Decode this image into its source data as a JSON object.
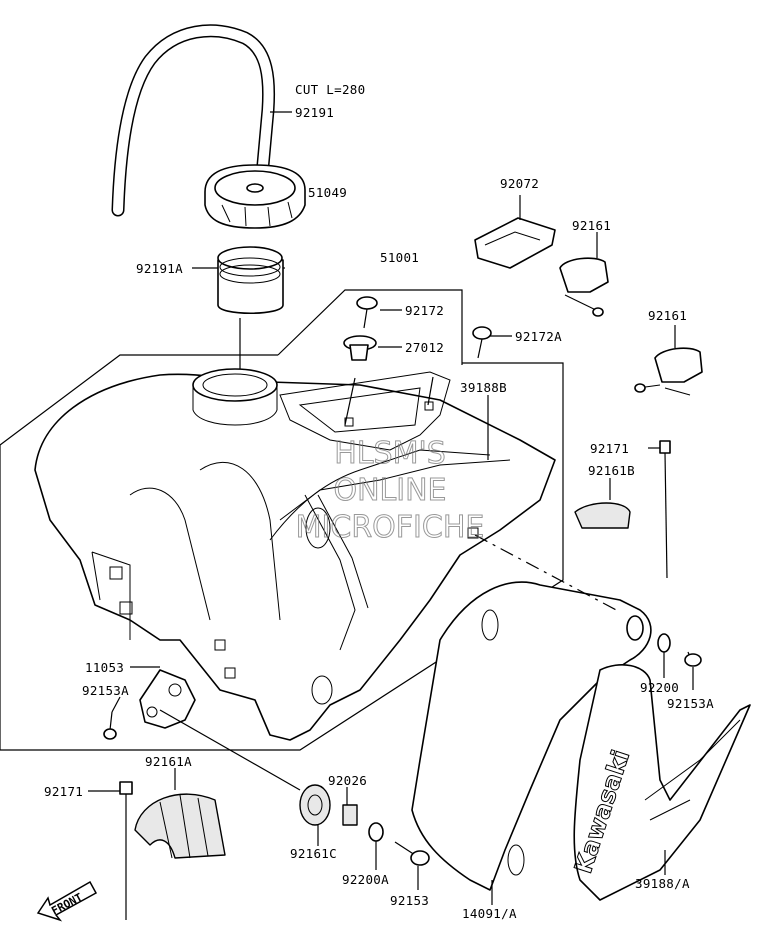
{
  "diagram": {
    "watermark": [
      "HLSM'S",
      "ONLINE",
      "MICROFICHE"
    ],
    "front_label": "FRONT",
    "brand_text": "Kawasaki",
    "callouts": [
      {
        "id": "cut",
        "text": "CUT L=280"
      },
      {
        "id": "92191",
        "text": "92191"
      },
      {
        "id": "51049",
        "text": "51049"
      },
      {
        "id": "92191A",
        "text": "92191A"
      },
      {
        "id": "51001",
        "text": "51001"
      },
      {
        "id": "92172",
        "text": "92172"
      },
      {
        "id": "27012",
        "text": "27012"
      },
      {
        "id": "92172A",
        "text": "92172A"
      },
      {
        "id": "39188B",
        "text": "39188B"
      },
      {
        "id": "92072",
        "text": "92072"
      },
      {
        "id": "92161a",
        "text": "92161"
      },
      {
        "id": "92161b",
        "text": "92161"
      },
      {
        "id": "92171a",
        "text": "92171"
      },
      {
        "id": "92161B",
        "text": "92161B"
      },
      {
        "id": "11053",
        "text": "11053"
      },
      {
        "id": "92153A1",
        "text": "92153A"
      },
      {
        "id": "92200",
        "text": "92200"
      },
      {
        "id": "92153A2",
        "text": "92153A"
      },
      {
        "id": "92171b",
        "text": "92171"
      },
      {
        "id": "92161A",
        "text": "92161A"
      },
      {
        "id": "92026",
        "text": "92026"
      },
      {
        "id": "92161C",
        "text": "92161C"
      },
      {
        "id": "92200A",
        "text": "92200A"
      },
      {
        "id": "92153",
        "text": "92153"
      },
      {
        "id": "14091A",
        "text": "14091/A"
      },
      {
        "id": "39188A",
        "text": "39188/A"
      }
    ]
  }
}
